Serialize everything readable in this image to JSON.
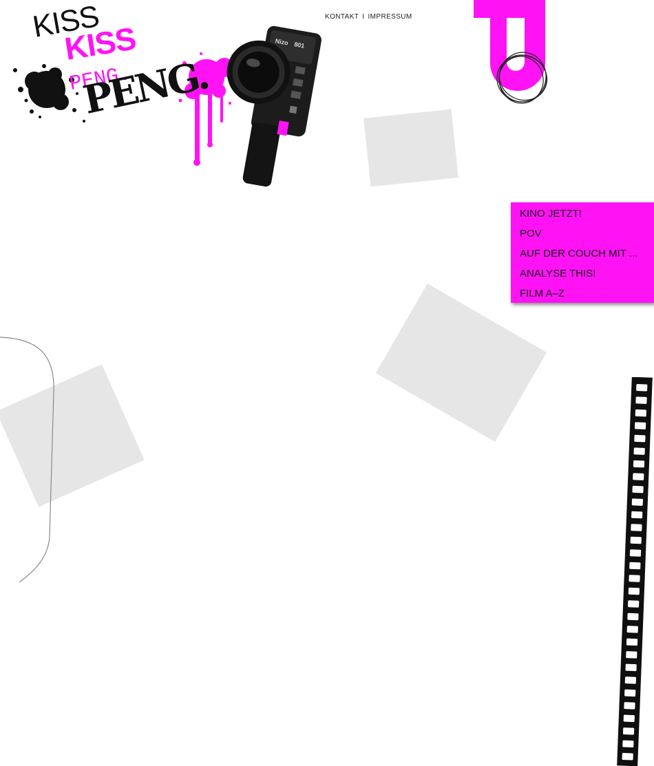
{
  "logo": {
    "line1": "KISS",
    "line2": "KISS",
    "line3": "PENG.",
    "line4": "PENG.",
    "camera_brand": "Nizo",
    "camera_model": "801"
  },
  "top_nav": {
    "kontakt": "KONTAKT",
    "separator": "I",
    "impressum": "IMPRESSUM"
  },
  "menu": {
    "items": [
      {
        "label": "KINO JETZT!"
      },
      {
        "label": "POV"
      },
      {
        "label": "AUF DER COUCH MIT ..."
      },
      {
        "label": "ANALYSE THIS!"
      },
      {
        "label": "FILM A–Z"
      }
    ]
  },
  "colors": {
    "accent": "#ff13f5",
    "paper": "#e6e6e6",
    "ink": "#111111"
  },
  "icons": [
    "ink-splatter-icon",
    "camera-icon",
    "paperclip-icon",
    "film-strip-icon"
  ]
}
